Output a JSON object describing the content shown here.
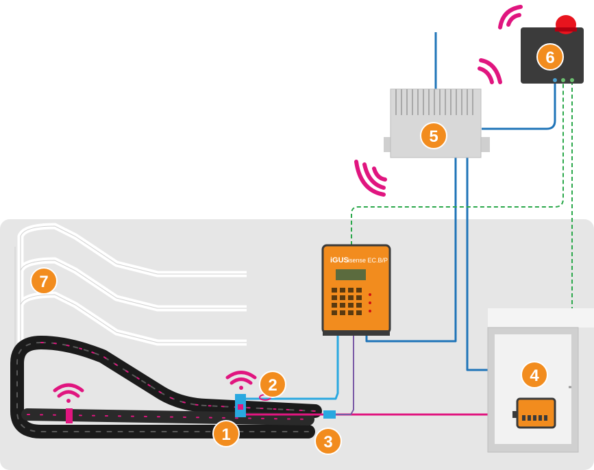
{
  "diagram": {
    "badges": [
      {
        "id": "1",
        "label": "1"
      },
      {
        "id": "2",
        "label": "2"
      },
      {
        "id": "3",
        "label": "3"
      },
      {
        "id": "4",
        "label": "4"
      },
      {
        "id": "5",
        "label": "5"
      },
      {
        "id": "6",
        "label": "6"
      },
      {
        "id": "7",
        "label": "7"
      }
    ],
    "controller": {
      "brand": "iGUS",
      "model": "isense EC.B/P"
    },
    "colors": {
      "background_panel": "#e6e6e6",
      "badge_orange": "#f28c1e",
      "signal_magenta": "#e0157f",
      "cable_blue": "#1f74b8",
      "cable_cyan": "#29a8e0",
      "cable_purple": "#7a5aa6",
      "dashed_green": "#2aa84a",
      "chain_black": "#1b1b1b"
    }
  }
}
